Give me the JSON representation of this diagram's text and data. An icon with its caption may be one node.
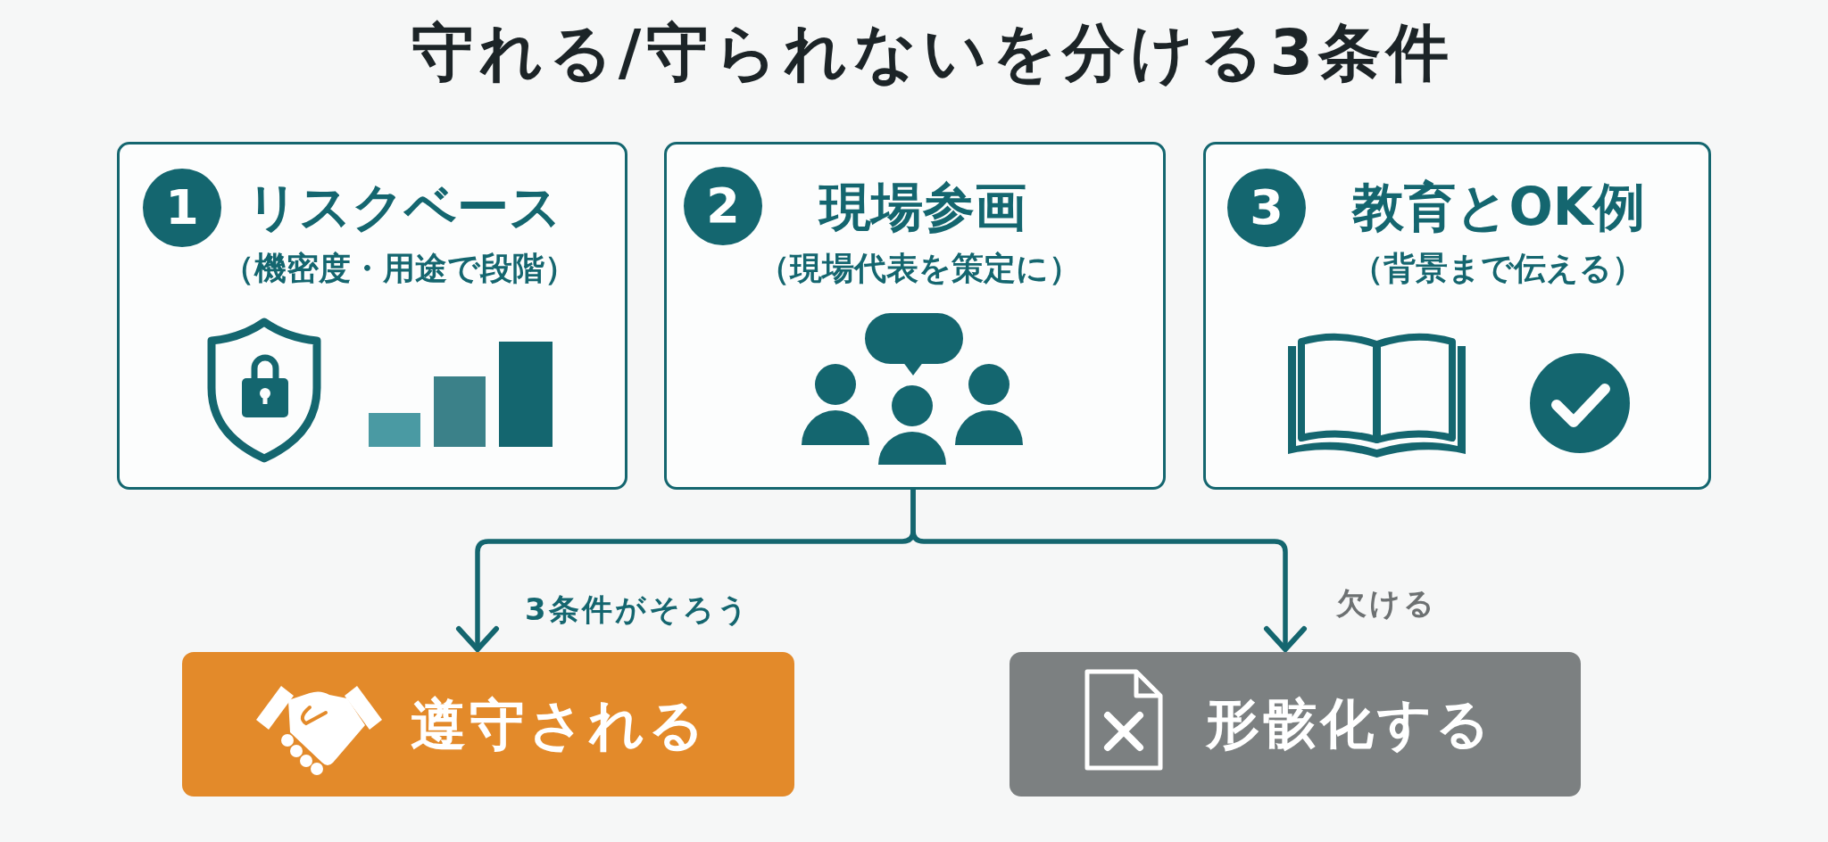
{
  "diagram": {
    "title": "守れる/守られないを分ける3条件",
    "nodes": [
      {
        "text": [
          "リスクベース",
          "（機密度・用途で段階）"
        ]
      },
      {
        "text": [
          "1"
        ],
        "in": 0
      },
      {
        "text": [
          "現場参画",
          "（現場代表を策定に）"
        ]
      },
      {
        "text": [
          "2"
        ],
        "in": 2
      },
      {
        "text": [
          "教育とOK例",
          "（背景まで伝える）"
        ]
      },
      {
        "text": [
          "3"
        ],
        "in": 4
      },
      {
        "text": [
          "遵守される"
        ]
      },
      {
        "text": [
          "形骸化する"
        ]
      }
    ],
    "edges": [
      {
        "from": 2,
        "to": 6,
        "arrow": "to",
        "label": "3条件がそろう"
      },
      {
        "from": 2,
        "to": 7,
        "arrow": "to",
        "label": "欠ける"
      }
    ]
  }
}
